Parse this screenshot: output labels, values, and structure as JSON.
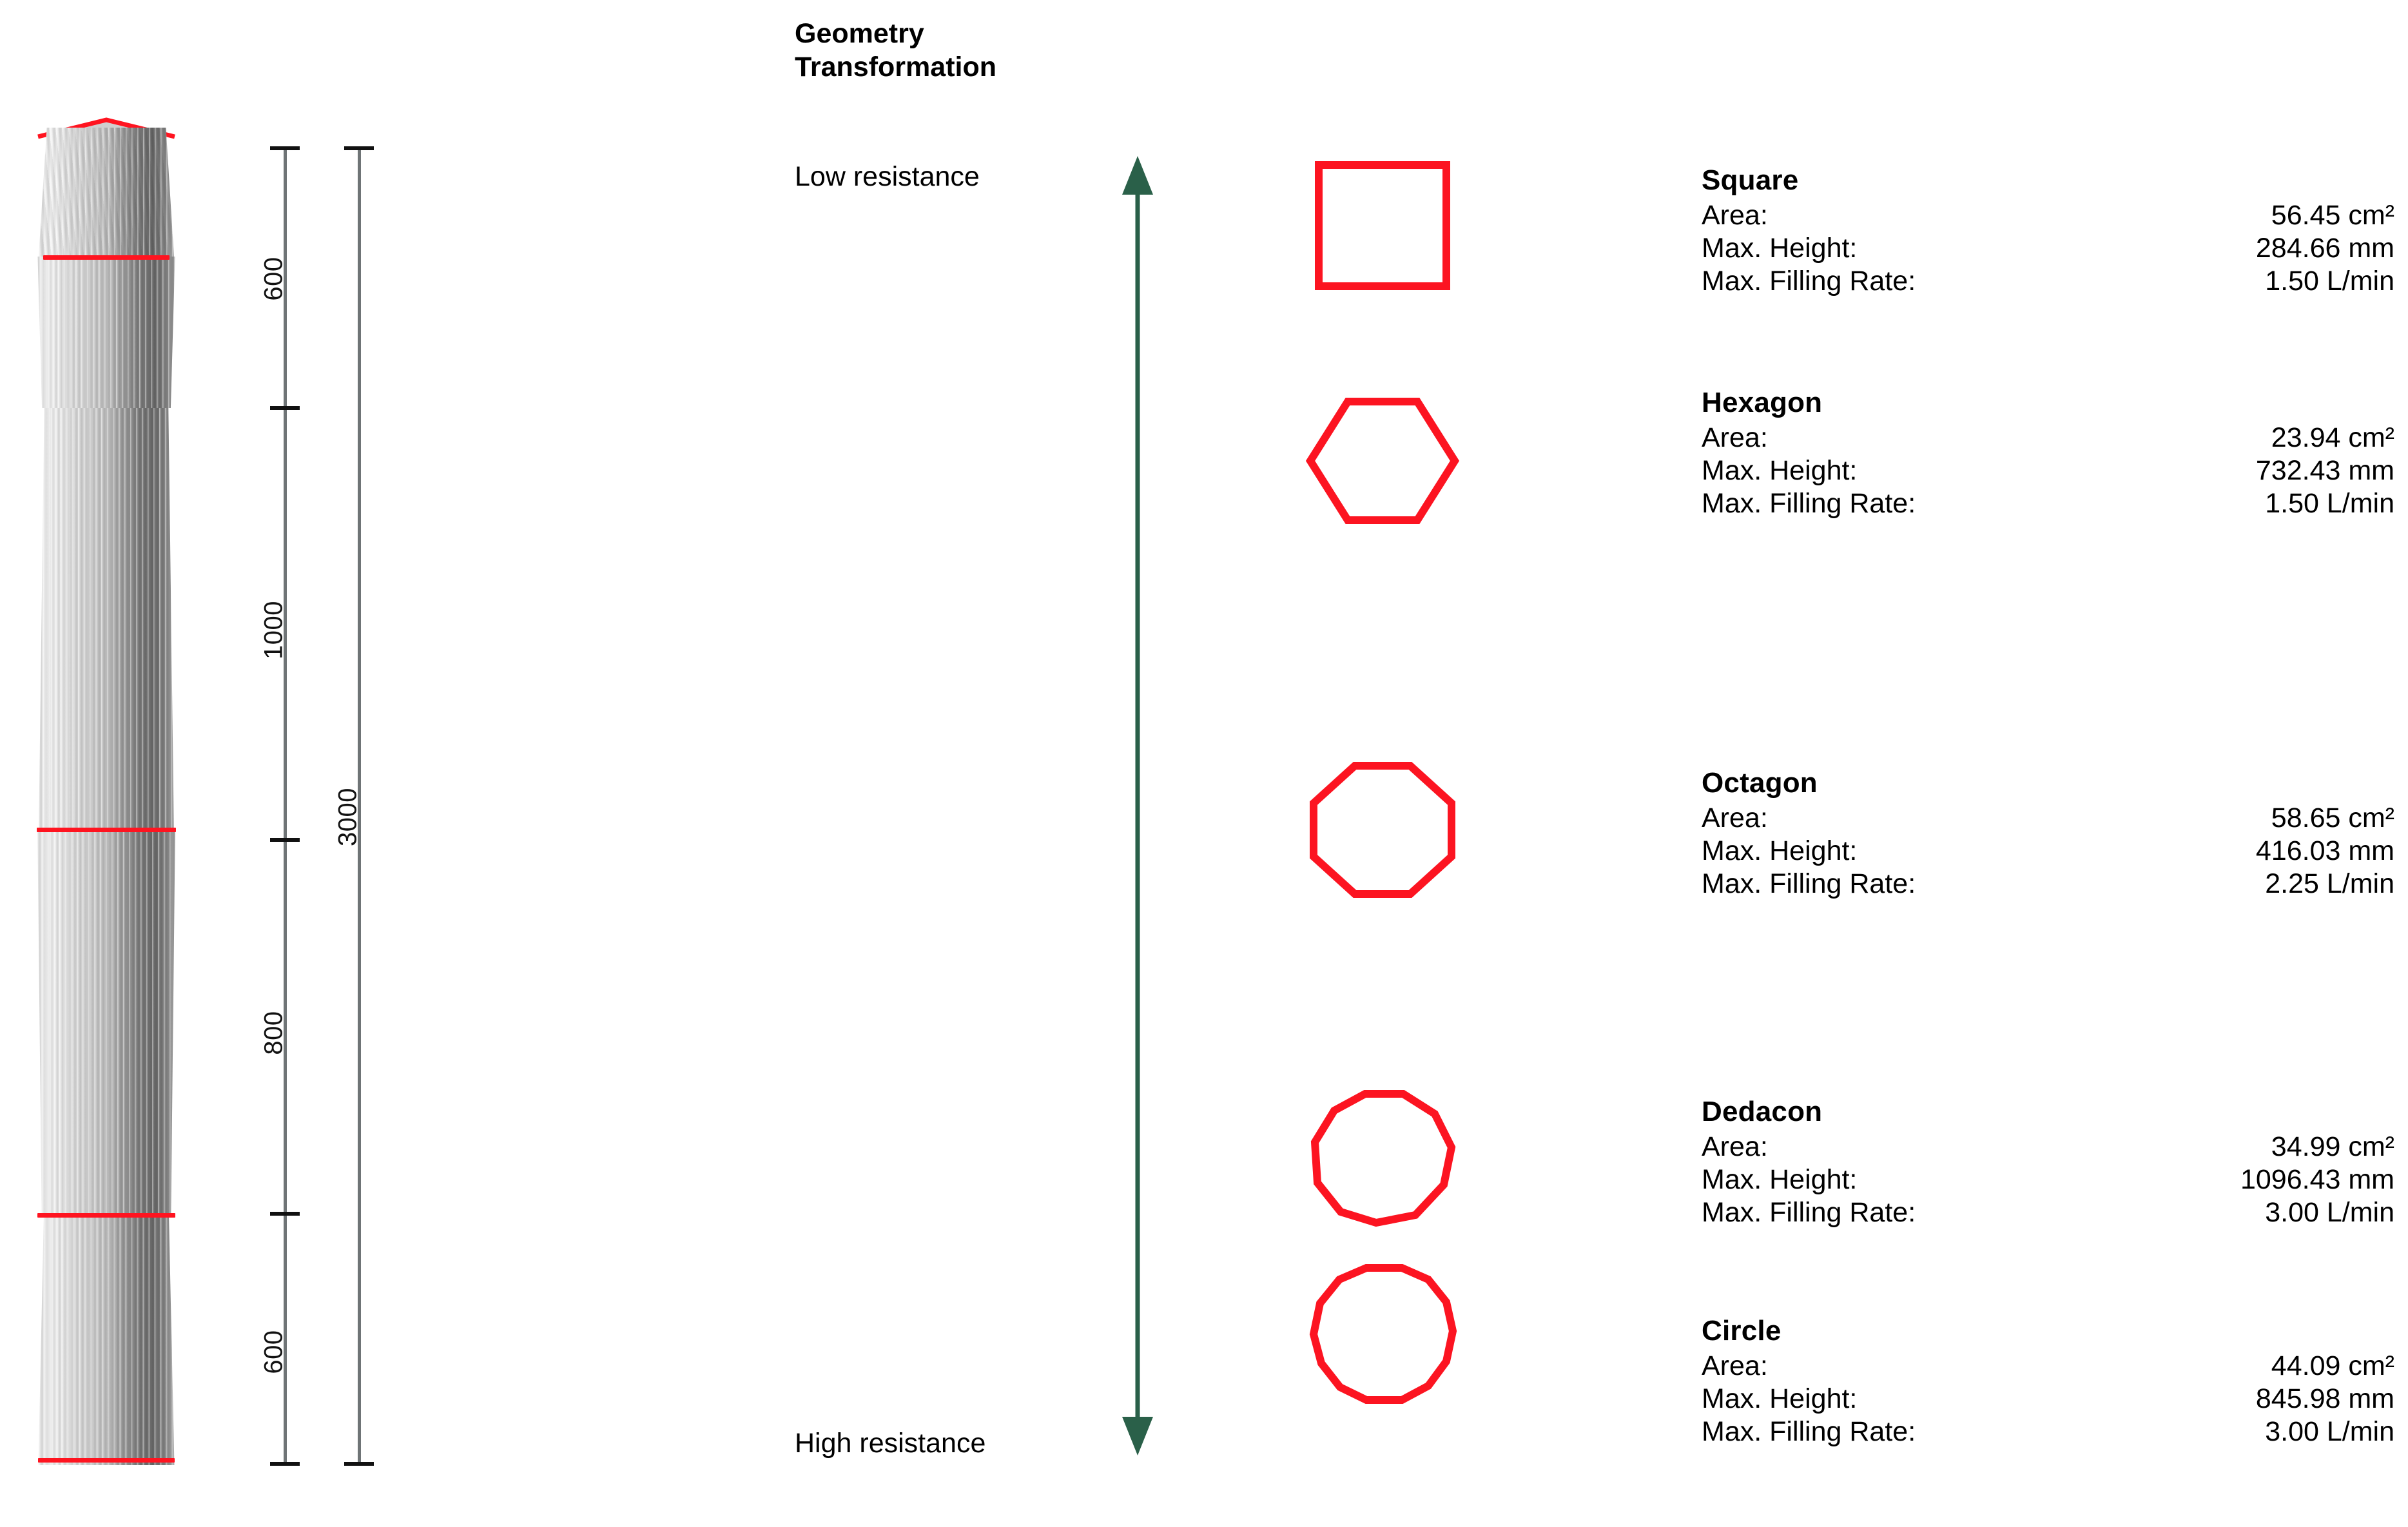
{
  "title": {
    "line1": "Geometry",
    "line2": "Transformation"
  },
  "resistance_axis": {
    "top_label": "Low resistance",
    "bottom_label": "High resistance",
    "arrow_color": "#2a6049"
  },
  "model": {
    "section_line_color": "#ff1420",
    "dimensions": {
      "segments": [
        "600",
        "1000",
        "800",
        "600"
      ],
      "total": "3000"
    }
  },
  "shapes_color": "#fc1421",
  "geometries": [
    {
      "name": "Square",
      "shape": "square",
      "rows": [
        {
          "key": "Area:",
          "value": "56.45 cm²"
        },
        {
          "key": "Max. Height:",
          "value": "284.66 mm"
        },
        {
          "key": "Max. Filling Rate:",
          "value": "1.50 L/min"
        }
      ]
    },
    {
      "name": "Hexagon",
      "shape": "hexagon",
      "rows": [
        {
          "key": "Area:",
          "value": "23.94 cm²"
        },
        {
          "key": "Max. Height:",
          "value": "732.43 mm"
        },
        {
          "key": "Max. Filling Rate:",
          "value": "1.50 L/min"
        }
      ]
    },
    {
      "name": "Octagon",
      "shape": "octagon",
      "rows": [
        {
          "key": "Area:",
          "value": "58.65 cm²"
        },
        {
          "key": "Max. Height:",
          "value": "416.03 mm"
        },
        {
          "key": "Max. Filling Rate:",
          "value": "2.25 L/min"
        }
      ]
    },
    {
      "name": "Dedacon",
      "shape": "decagon",
      "rows": [
        {
          "key": "Area:",
          "value": "34.99 cm²"
        },
        {
          "key": "Max. Height:",
          "value": "1096.43 mm"
        },
        {
          "key": "Max. Filling Rate:",
          "value": "3.00 L/min"
        }
      ]
    },
    {
      "name": "Circle",
      "shape": "circle",
      "rows": [
        {
          "key": "Area:",
          "value": "44.09 cm²"
        },
        {
          "key": "Max. Height:",
          "value": "845.98 mm"
        },
        {
          "key": "Max. Filling Rate:",
          "value": "3.00 L/min"
        }
      ]
    }
  ]
}
